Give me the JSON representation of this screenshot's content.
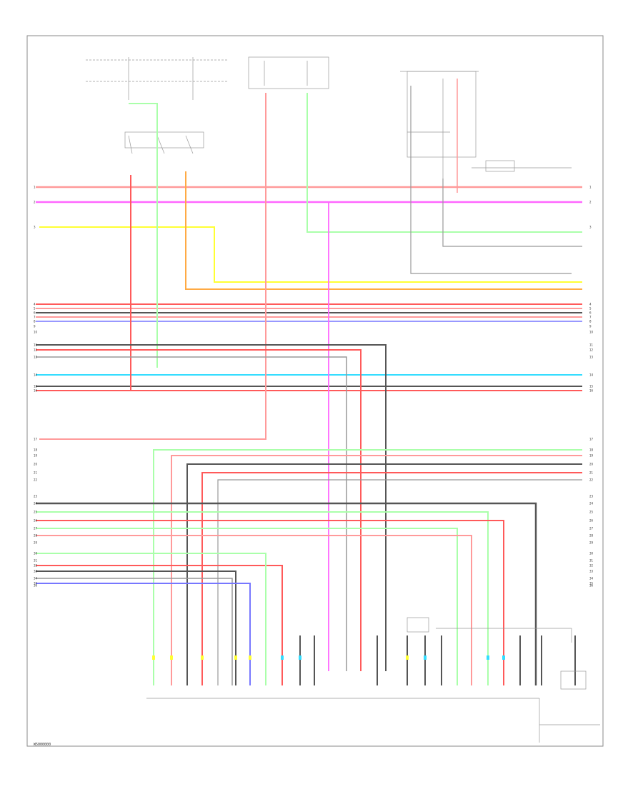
{
  "diagram": {
    "id": "W5000000",
    "colors": {
      "pink": "#ff9a9a",
      "red": "#ff5a5a",
      "magenta": "#ff66ff",
      "yellow": "#ffff33",
      "orange": "#ffaa44",
      "green": "#99ee77",
      "gray": "#999999",
      "dark": "#555555",
      "blue": "#7777ff",
      "cyan": "#33ddff",
      "lightgreen": "#aaffaa",
      "black": "#222222"
    },
    "left_pins": [
      "1",
      "2",
      "3",
      "4",
      "5",
      "6",
      "7",
      "8",
      "9",
      "10",
      "11",
      "12",
      "13",
      "14",
      "15",
      "16",
      "17",
      "18",
      "19",
      "20",
      "21",
      "22",
      "23",
      "24",
      "25",
      "26",
      "27",
      "28",
      "29",
      "30",
      "31",
      "32",
      "33",
      "34",
      "35",
      "36"
    ],
    "right_pins": [
      "1",
      "2",
      "3",
      "4",
      "5",
      "6",
      "7",
      "8",
      "9",
      "10",
      "11",
      "12",
      "13",
      "14",
      "15",
      "16",
      "17",
      "18",
      "19",
      "20",
      "21",
      "22",
      "23",
      "24",
      "25",
      "26",
      "27",
      "28",
      "29",
      "30",
      "31",
      "32",
      "33",
      "34",
      "35",
      "36"
    ]
  }
}
